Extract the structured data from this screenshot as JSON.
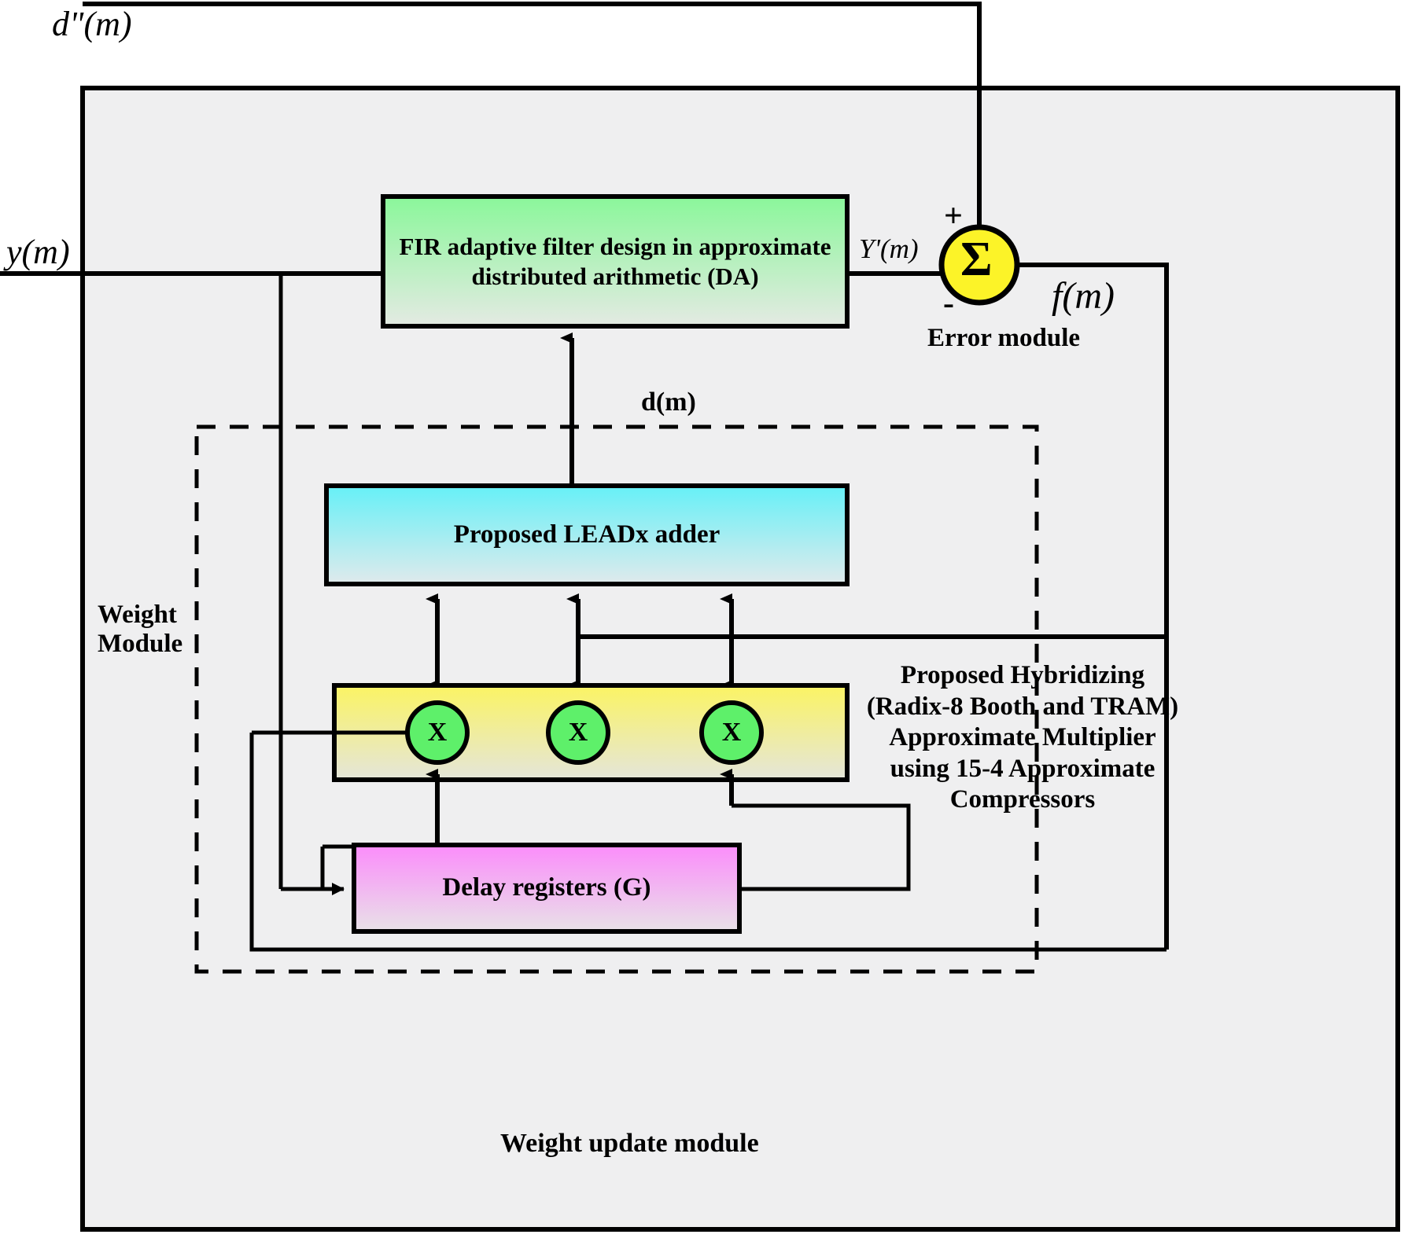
{
  "diagram": {
    "title_signals": {
      "d_double_prime": "d\"(m)",
      "y_m": "y(m)",
      "y_prime_m": "Y'(m)",
      "f_m": "f(m)",
      "d_m": "d(m)",
      "plus_sign": "+",
      "minus_sign": "-",
      "sigma_symbol": "Σ"
    },
    "blocks": {
      "fir": {
        "label": "FIR adaptive filter design in approximate distributed arithmetic (DA)",
        "color_top": "#8af79a",
        "color_bottom": "#e3e9e2"
      },
      "adder": {
        "label": "Proposed LEADx adder",
        "color_top": "#66f0f7",
        "color_bottom": "#dfeaec"
      },
      "multiplier": {
        "label": "",
        "color_top": "#fbf463",
        "color_bottom": "#e4e5da"
      },
      "delay": {
        "label": "Delay registers (G)",
        "color_top": "#fb8cfb",
        "color_bottom": "#e7e2e6"
      },
      "multiplier_nodes": {
        "symbol": "X",
        "color": "#5ef06a",
        "count": 3
      },
      "error_module": {
        "label": "Error module",
        "circle_color": "#fcf328"
      }
    },
    "annotations": {
      "weight_module": "Weight\nModule",
      "weight_update_module": "Weight update module",
      "multiplier_description": "Proposed Hybridizing (Radix-8 Booth and TRAM) Approximate Multiplier using 15-4 Approximate Compressors"
    },
    "colors": {
      "outer_panel": "#efeff0",
      "stroke": "#000000"
    }
  }
}
